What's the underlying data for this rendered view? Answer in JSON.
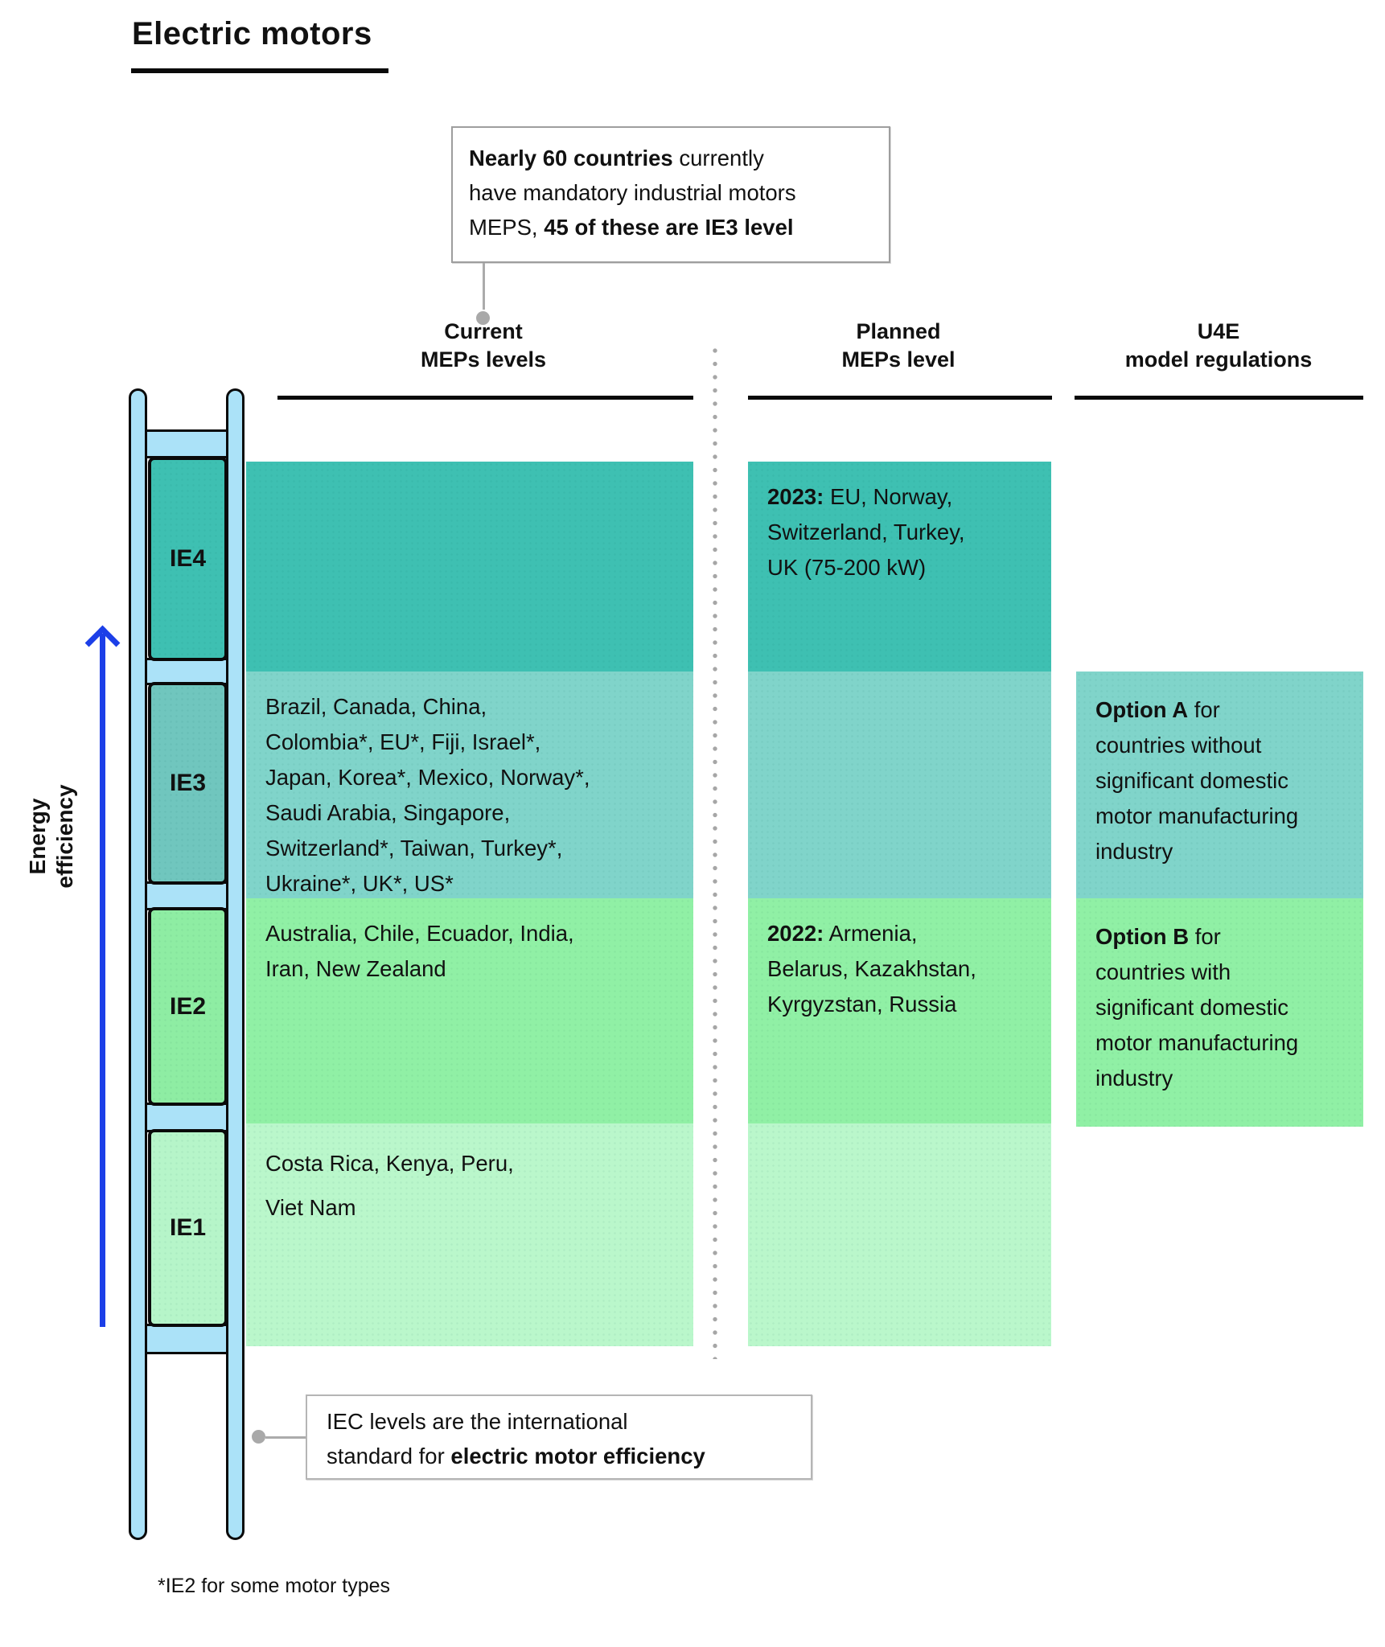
{
  "title": "Electric motors",
  "callout_top": {
    "lines": [
      [
        {
          "t": "Nearly 60 countries",
          "b": true
        },
        {
          "t": " currently",
          "b": false
        }
      ],
      [
        {
          "t": "have mandatory industrial motors",
          "b": false
        }
      ],
      [
        {
          "t": "MEPS, ",
          "b": false
        },
        {
          "t": "45 of these are IE3 level",
          "b": true
        }
      ]
    ]
  },
  "columns": [
    {
      "id": "current",
      "label_lines": [
        "Current",
        "MEPs levels"
      ]
    },
    {
      "id": "planned",
      "label_lines": [
        "Planned",
        "MEPs level"
      ]
    },
    {
      "id": "u4e",
      "label_lines": [
        "U4E",
        "model regulations"
      ]
    }
  ],
  "energy_axis": {
    "label_lines": [
      "Energy",
      "efficiency"
    ]
  },
  "levels": [
    "IE4",
    "IE3",
    "IE2",
    "IE1"
  ],
  "cells": {
    "current_ie3": {
      "lines": [
        [
          {
            "t": "Brazil, Canada, China,",
            "b": false
          }
        ],
        [
          {
            "t": "Colombia*, EU*, Fiji, Israel*,",
            "b": false
          }
        ],
        [
          {
            "t": "Japan, Korea*, Mexico, Norway*,",
            "b": false
          }
        ],
        [
          {
            "t": "Saudi Arabia, Singapore,",
            "b": false
          }
        ],
        [
          {
            "t": "Switzerland*, Taiwan, Turkey*,",
            "b": false
          }
        ],
        [
          {
            "t": "Ukraine*, UK*, US*",
            "b": false
          }
        ]
      ]
    },
    "current_ie2": {
      "lines": [
        [
          {
            "t": "Australia, Chile, Ecuador, India,",
            "b": false
          }
        ],
        [
          {
            "t": "Iran, New Zealand",
            "b": false
          }
        ]
      ]
    },
    "current_ie1": {
      "lines": [
        [
          {
            "t": "Costa Rica, Kenya, Peru,",
            "b": false
          }
        ],
        [
          {
            "t": "Viet Nam",
            "b": false
          }
        ]
      ]
    },
    "planned_ie4": {
      "lines": [
        [
          {
            "t": "2023:",
            "b": true
          },
          {
            "t": " EU, Norway,",
            "b": false
          }
        ],
        [
          {
            "t": "Switzerland, Turkey,",
            "b": false
          }
        ],
        [
          {
            "t": "UK (75-200 kW)",
            "b": false
          }
        ]
      ]
    },
    "planned_ie2": {
      "lines": [
        [
          {
            "t": "2022:",
            "b": true
          },
          {
            "t": " Armenia,",
            "b": false
          }
        ],
        [
          {
            "t": "Belarus, Kazakhstan,",
            "b": false
          }
        ],
        [
          {
            "t": "Kyrgyzstan, Russia",
            "b": false
          }
        ]
      ]
    },
    "u4e_option_a": {
      "lines": [
        [
          {
            "t": "Option A",
            "b": true
          },
          {
            "t": " for",
            "b": false
          }
        ],
        [
          {
            "t": "countries without",
            "b": false
          }
        ],
        [
          {
            "t": "significant domestic",
            "b": false
          }
        ],
        [
          {
            "t": "motor manufacturing",
            "b": false
          }
        ],
        [
          {
            "t": "industry",
            "b": false
          }
        ]
      ]
    },
    "u4e_option_b": {
      "lines": [
        [
          {
            "t": "Option B",
            "b": true
          },
          {
            "t": " for",
            "b": false
          }
        ],
        [
          {
            "t": "countries with",
            "b": false
          }
        ],
        [
          {
            "t": "significant domestic",
            "b": false
          }
        ],
        [
          {
            "t": "motor manufacturing",
            "b": false
          }
        ],
        [
          {
            "t": "industry",
            "b": false
          }
        ]
      ]
    }
  },
  "callout_bottom": {
    "lines": [
      [
        {
          "t": "IEC levels are the international",
          "b": false
        }
      ],
      [
        {
          "t": "standard for ",
          "b": false
        },
        {
          "t": "electric motor efficiency",
          "b": true
        }
      ]
    ]
  },
  "footnote": "*IE2 for some motor types",
  "palette": {
    "ie4_band": "#3ec0b2",
    "ie3_band": "#80d4ca",
    "ie2_band": "#90f0a5",
    "ie1_band": "#baf7cb",
    "ladder_blue": "#abe2f8",
    "arrow_blue": "#1c3fe8",
    "connector_gray": "#a9a9a9",
    "text_black": "#111111"
  }
}
